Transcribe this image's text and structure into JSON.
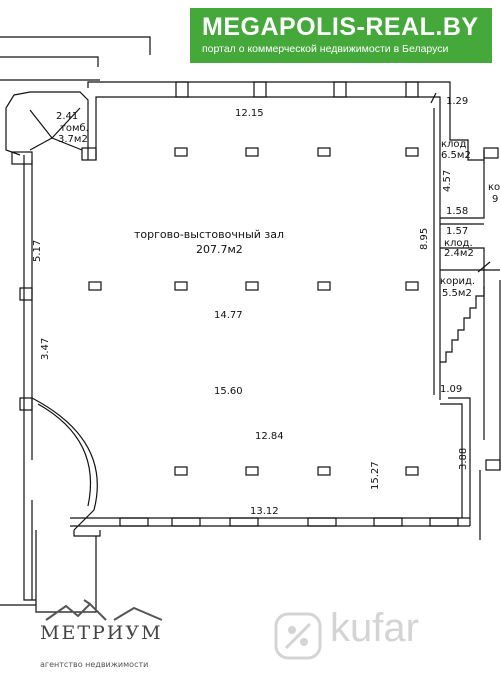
{
  "banner": {
    "site": "MEGAPOLIS-REAL.BY",
    "tagline": "портал о коммерческой недвижимости в Беларуси",
    "bg_color": "#45a83a"
  },
  "rooms": {
    "main_name": "торгово-выстовочный зал",
    "main_area": "207.7м2",
    "tambour_name": "томб.",
    "tambour_area": "3.7м2",
    "storage1_name": "клод.",
    "storage1_area": "6.5м2",
    "storage2_name": "клод.",
    "storage2_area": "2.4м2",
    "corridor_name": "корид.",
    "corridor_area": "5.5м2",
    "edge_ko": "ко",
    "edge_9": "9"
  },
  "dimensions": {
    "d_1215": "12.15",
    "d_241": "2.41",
    "d_129": "1.29",
    "d_457": "4.57",
    "d_158": "1.58",
    "d_895": "8.95",
    "d_157": "1.57",
    "d_517": "5.17",
    "d_1477": "14.77",
    "d_347": "3.47",
    "d_1560": "15.60",
    "d_109": "1.09",
    "d_1284": "12.84",
    "d_388": "3.88",
    "d_1527": "15.27",
    "d_1312": "13.12"
  },
  "footer": {
    "agency_name": "МЕТРИУМ",
    "agency_sub": "агентство недвижимости",
    "watermark": "kufar"
  }
}
